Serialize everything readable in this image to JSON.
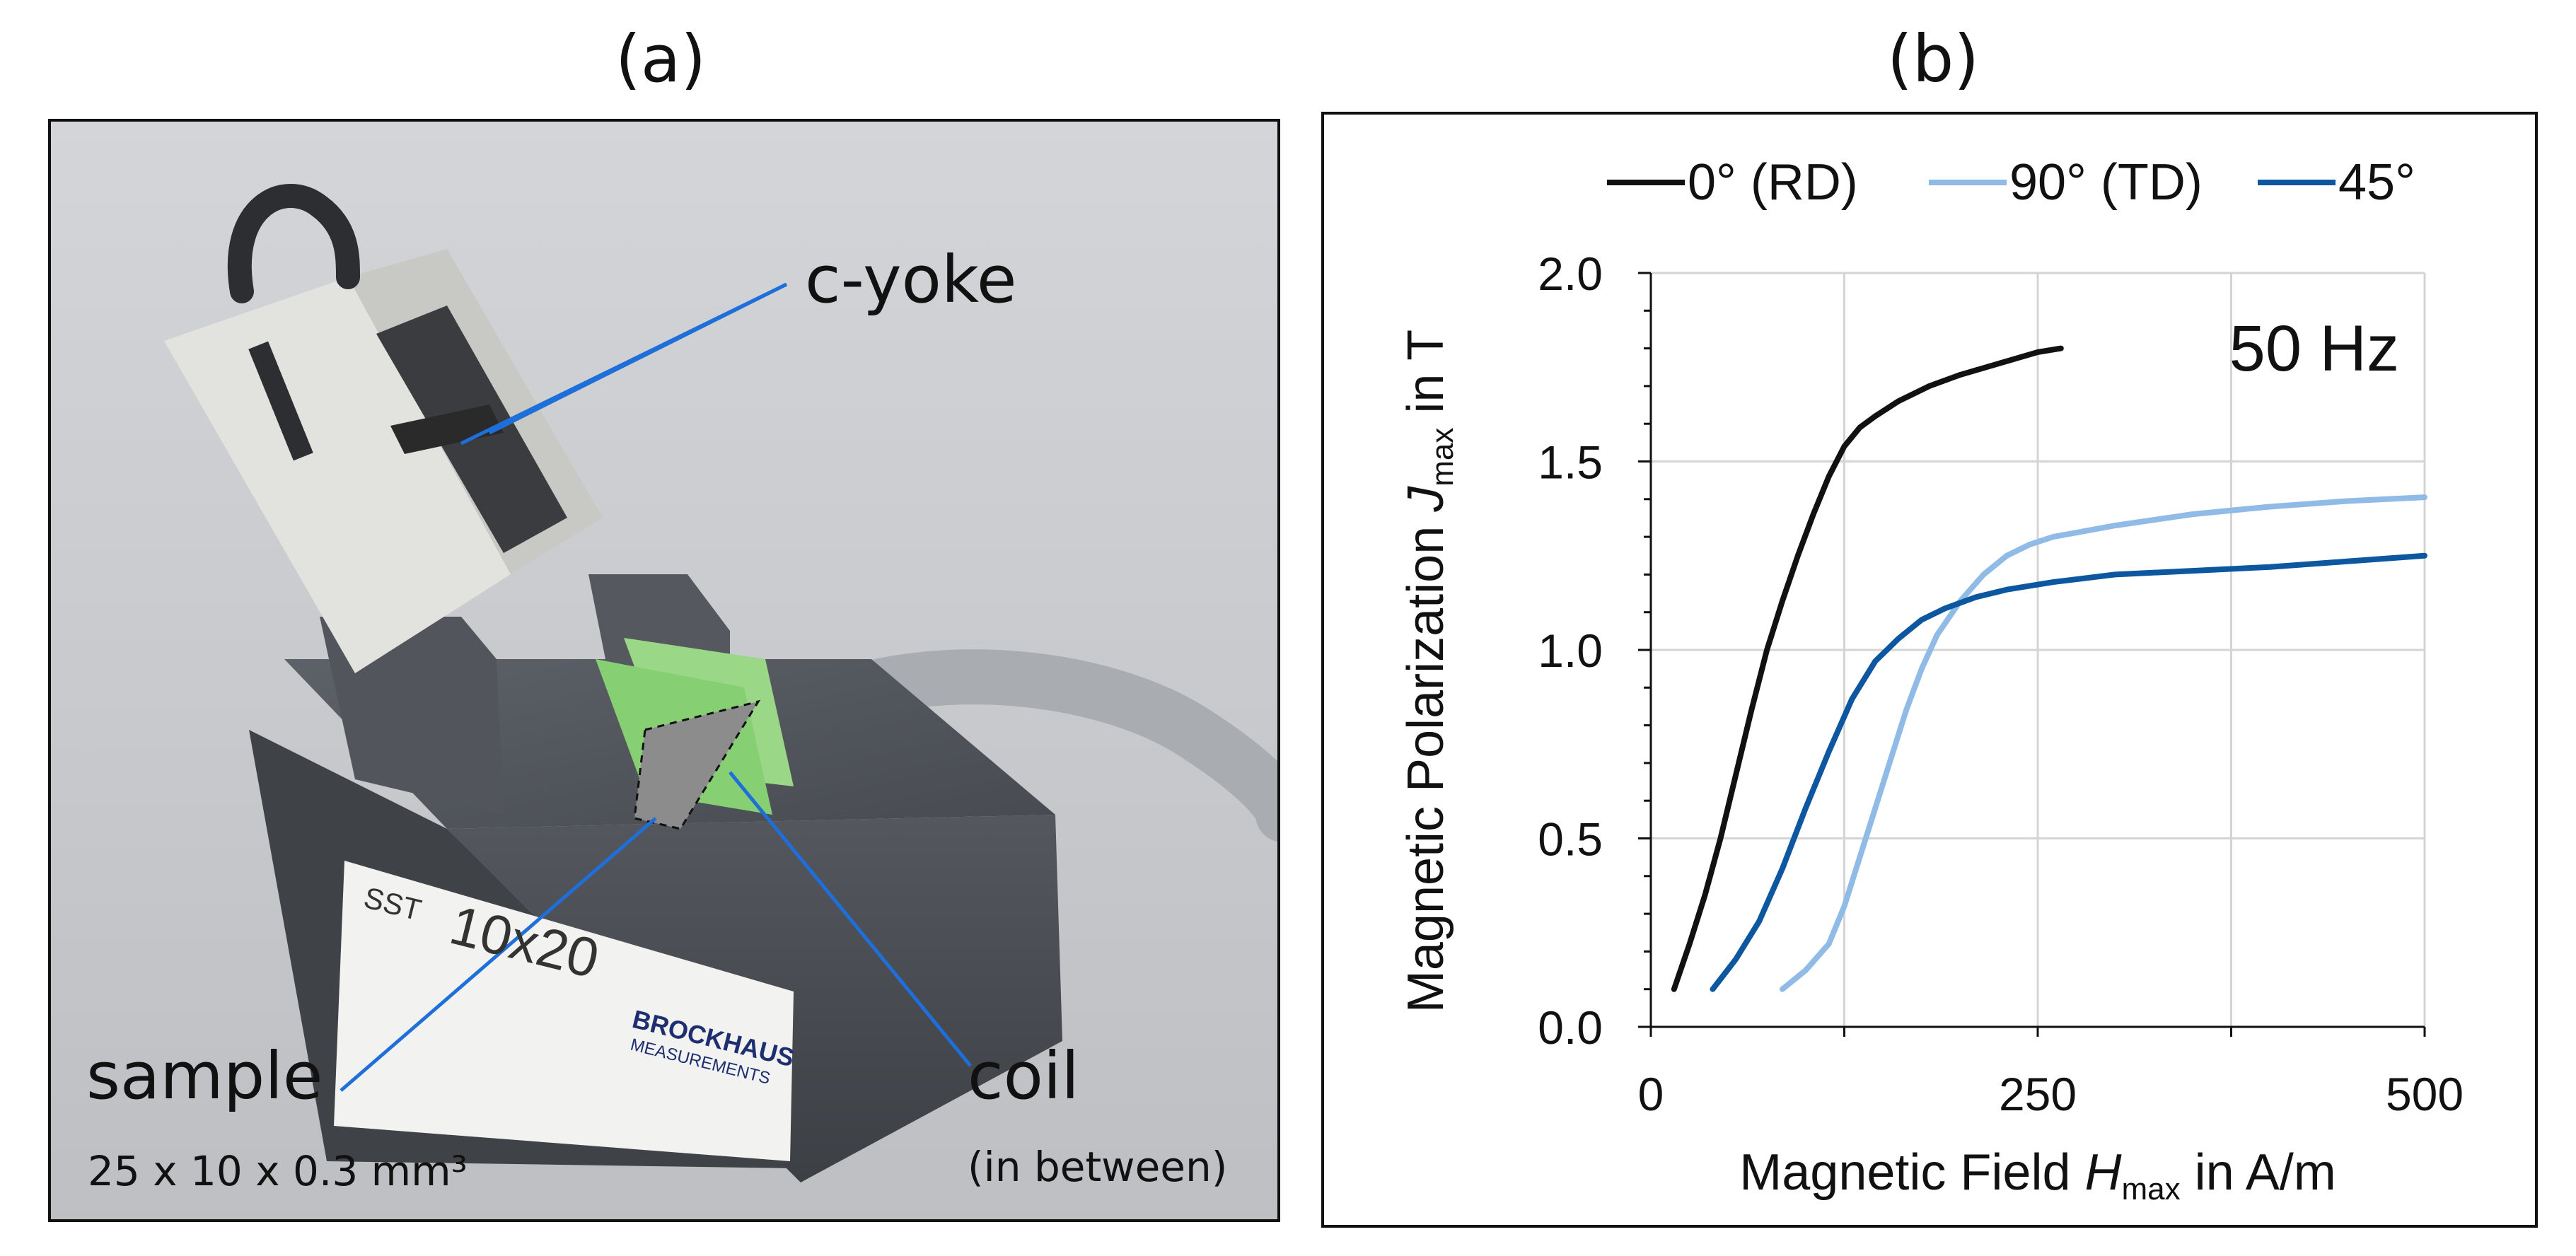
{
  "panels": {
    "a_label": "(a)",
    "b_label": "(b)"
  },
  "photo": {
    "labels": {
      "c_yoke": "c-yoke",
      "sample": "sample",
      "sample_dims": "25 x 10 x 0.3 mm³",
      "coil": "coil",
      "coil_note": "(in between)"
    },
    "device_text": {
      "sst": "SST",
      "size": "10x20",
      "brand": "BROCKHAUS",
      "brand_sub": "MEASUREMENTS"
    },
    "colors": {
      "annotation_line": "#1e6fd9",
      "device_body": "#4a4f56",
      "yoke_housing": "#dcdcd8",
      "coil_plates": "#8fd07a",
      "background": "#c9cbce"
    }
  },
  "chart_data": {
    "type": "line",
    "annotation": "50 Hz",
    "xlabel": {
      "prefix": "Magnetic Field ",
      "var": "H",
      "sub": "max",
      "suffix": " in A/m"
    },
    "ylabel": {
      "prefix": "Magnetic Polarization ",
      "var": "J",
      "sub": "max",
      "suffix": " in T"
    },
    "xlim": [
      0,
      500
    ],
    "ylim": [
      0,
      2.0
    ],
    "xticks": [
      0,
      250,
      500
    ],
    "xtick_labels": [
      "0",
      "250",
      "500"
    ],
    "yticks": [
      0,
      0.5,
      1.0,
      1.5,
      2.0
    ],
    "ytick_labels": [
      "0.0",
      "0.5",
      "1.0",
      "1.5",
      "2.0"
    ],
    "grid": true,
    "legend_position": "top",
    "series": [
      {
        "name": "0° (RD)",
        "color": "#111111",
        "x": [
          15,
          25,
          35,
          45,
          55,
          65,
          75,
          85,
          95,
          105,
          115,
          125,
          135,
          145,
          160,
          180,
          200,
          225,
          250,
          265
        ],
        "y": [
          0.1,
          0.22,
          0.35,
          0.5,
          0.67,
          0.84,
          1.0,
          1.13,
          1.25,
          1.36,
          1.46,
          1.54,
          1.59,
          1.62,
          1.66,
          1.7,
          1.73,
          1.76,
          1.79,
          1.8
        ]
      },
      {
        "name": "90° (TD)",
        "color": "#8fbbe6",
        "x": [
          85,
          100,
          115,
          125,
          135,
          145,
          155,
          165,
          175,
          185,
          200,
          215,
          230,
          245,
          260,
          300,
          350,
          400,
          450,
          500
        ],
        "y": [
          0.1,
          0.15,
          0.22,
          0.32,
          0.45,
          0.58,
          0.71,
          0.84,
          0.95,
          1.04,
          1.13,
          1.2,
          1.25,
          1.28,
          1.3,
          1.33,
          1.36,
          1.38,
          1.395,
          1.405
        ]
      },
      {
        "name": "45°",
        "color": "#0d56a0",
        "x": [
          40,
          55,
          70,
          85,
          100,
          115,
          130,
          145,
          160,
          175,
          190,
          210,
          230,
          260,
          300,
          350,
          400,
          450,
          500
        ],
        "y": [
          0.1,
          0.18,
          0.28,
          0.42,
          0.58,
          0.73,
          0.87,
          0.97,
          1.03,
          1.08,
          1.11,
          1.14,
          1.16,
          1.18,
          1.2,
          1.21,
          1.22,
          1.235,
          1.25
        ]
      }
    ]
  }
}
